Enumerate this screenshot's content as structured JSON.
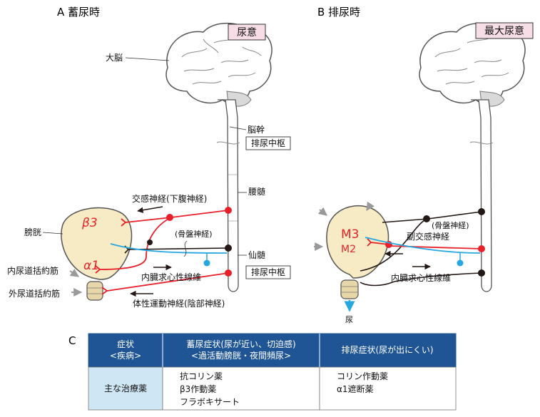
{
  "panels": {
    "a": {
      "title": "A 蓄尿時",
      "sensation": "尿意"
    },
    "b": {
      "title": "B 排尿時",
      "sensation": "最大尿意"
    },
    "c": {
      "title": "C"
    }
  },
  "labels": {
    "cerebrum": "大脳",
    "brainstem": "脳幹",
    "micturition_center": "排尿中枢",
    "lumbar_cord": "腰髄",
    "sacral_cord": "仙髄",
    "bladder": "膀胱",
    "internal_sphincter": "内尿道括約筋",
    "external_sphincter": "外尿道括約筋",
    "sympathetic_nerve": "交感神経(下腹神経)",
    "pelvic_nerve": "(骨盤神経)",
    "visceral_afferent": "内臓求心性線維",
    "somatic_motor_nerve": "体性運動神経(陰部神経)",
    "parasympathetic_nerve": "副交感神経",
    "urine": "尿"
  },
  "receptors": {
    "beta3": "β3",
    "alpha1": "α1",
    "m3": "M3",
    "m2": "M2"
  },
  "colors": {
    "sympathetic": "#e8202a",
    "afferent": "#27a7e0",
    "motor": "#231815",
    "bladder_fill": "#f6ebc4",
    "sphincter_fill": "#e6d6a8",
    "tag_fill": "#f7dde6",
    "table_header": "#1f5594",
    "table_first_col": "#cfe6f4"
  },
  "table": {
    "header": {
      "col1": [
        "症状",
        "<疾病>"
      ],
      "col2": [
        "蓄尿症状(尿が近い、切迫感)",
        "<過活動膀胱・夜間頻尿>"
      ],
      "col3": "排尿症状(尿が出にくい)"
    },
    "row": {
      "label": "主な治療薬",
      "storage_drugs": [
        "抗コリン薬",
        "β3作動薬",
        "フラボキサート"
      ],
      "voiding_drugs": [
        "コリン作動薬",
        "α1遮断薬"
      ]
    }
  }
}
